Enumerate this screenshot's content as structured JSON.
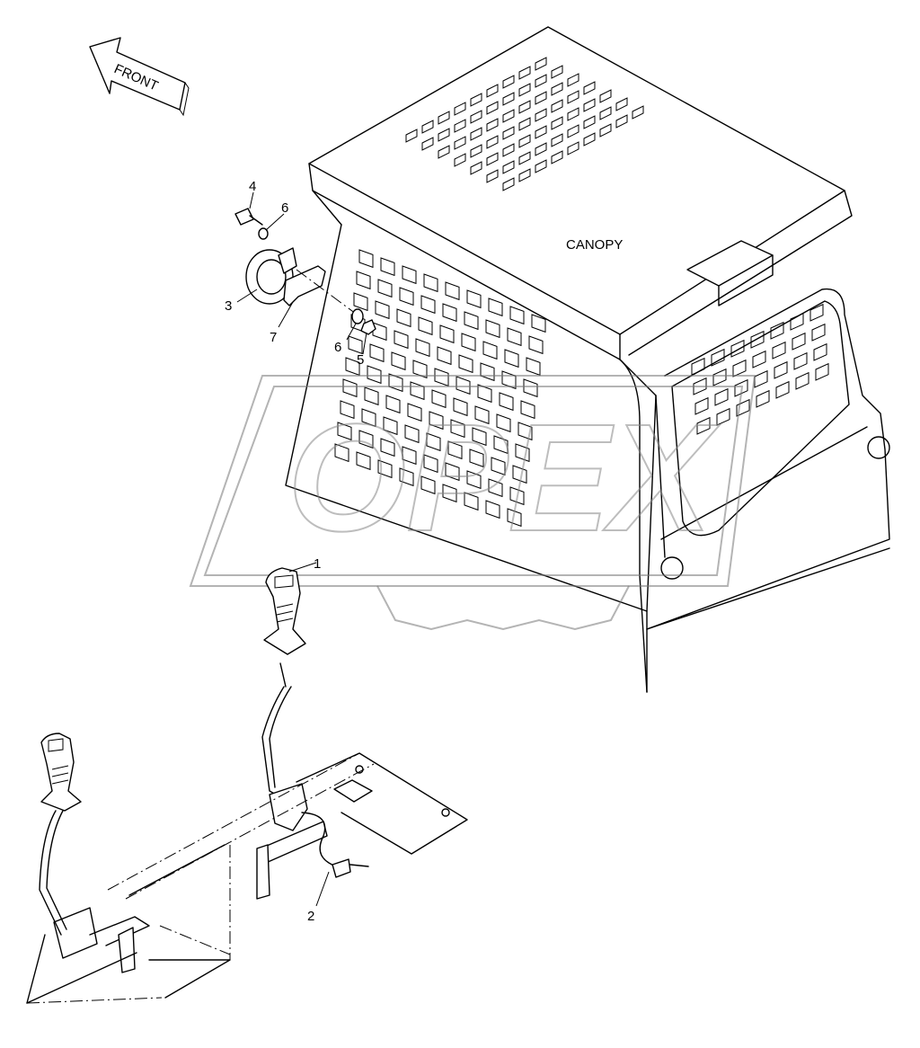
{
  "labels": {
    "front": "FRONT",
    "canopy": "CANOPY",
    "watermark": "OPEX"
  },
  "callouts": [
    {
      "id": "callout-1",
      "text": "1"
    },
    {
      "id": "callout-2",
      "text": "2"
    },
    {
      "id": "callout-3",
      "text": "3"
    },
    {
      "id": "callout-4",
      "text": "4"
    },
    {
      "id": "callout-5",
      "text": "5"
    },
    {
      "id": "callout-6a",
      "text": "6"
    },
    {
      "id": "callout-6b",
      "text": "6"
    },
    {
      "id": "callout-7",
      "text": "7"
    }
  ]
}
